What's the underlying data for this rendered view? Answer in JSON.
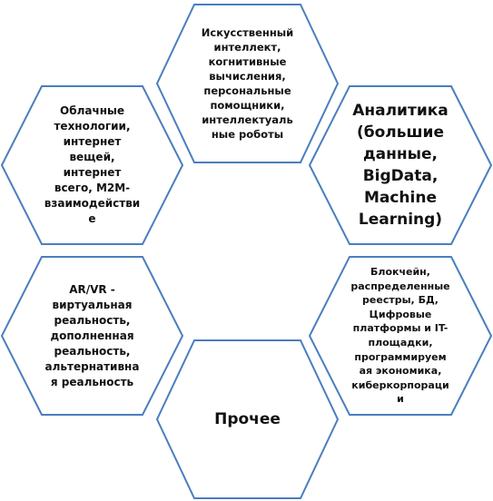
{
  "diagram": {
    "stroke_color": "#4a7ebf",
    "nodes": [
      {
        "id": "ai",
        "text": "Искусственный\nинтеллект,\nкогнитивные\nвычисления,\nперсональные\nпомощники,\nинтеллектуаль\nные роботы"
      },
      {
        "id": "cloud",
        "text": "Облачные\nтехнологии,\nинтернет\nвещей,\nинтернет\nвсего, М2М-\nвзаимодействи\nе"
      },
      {
        "id": "analytics",
        "text": "Аналитика\n(большие\nданные,\nBigData,\nMachine\nLearning)"
      },
      {
        "id": "arvr",
        "text": "AR/VR -\nвиртуальная\nреальность,\nдополненная\nреальность,\nальтернативна\nя реальность"
      },
      {
        "id": "blockchain",
        "text": "Блокчейн,\nраспределенные\nреестры, БД,\nЦифровые\nплатформы и IT-\nплощадки,\nпрограммируем\nая экономика,\nкиберкорпораци\nи"
      },
      {
        "id": "other",
        "text": "Прочее"
      }
    ]
  }
}
